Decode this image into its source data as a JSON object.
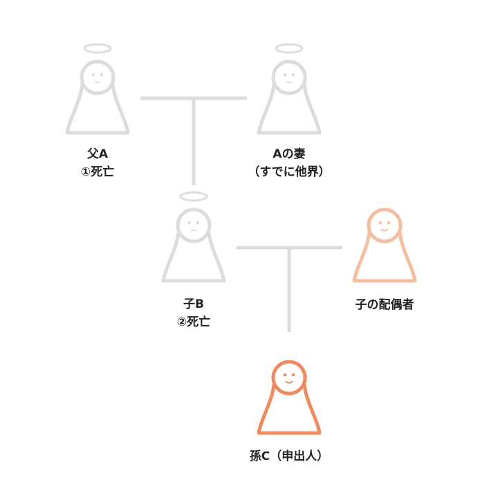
{
  "colors": {
    "deceased": "#dcdcdc",
    "connector": "#dcdcdc",
    "spouse": "#f4bfa0",
    "applicant": "#ef8a5e",
    "text": "#222222"
  },
  "persons": {
    "father_a": {
      "name": "父A",
      "status": "①死亡",
      "icon": "angel-person-icon"
    },
    "wife_a": {
      "name": "Aの妻",
      "status": "（すでに他界）",
      "icon": "angel-person-icon"
    },
    "child_b": {
      "name": "子B",
      "status": "②死亡",
      "icon": "angel-person-icon"
    },
    "spouse": {
      "name": "子の配偶者",
      "icon": "person-icon"
    },
    "grandchild_c": {
      "name": "孫C（申出人）",
      "icon": "person-icon"
    }
  }
}
